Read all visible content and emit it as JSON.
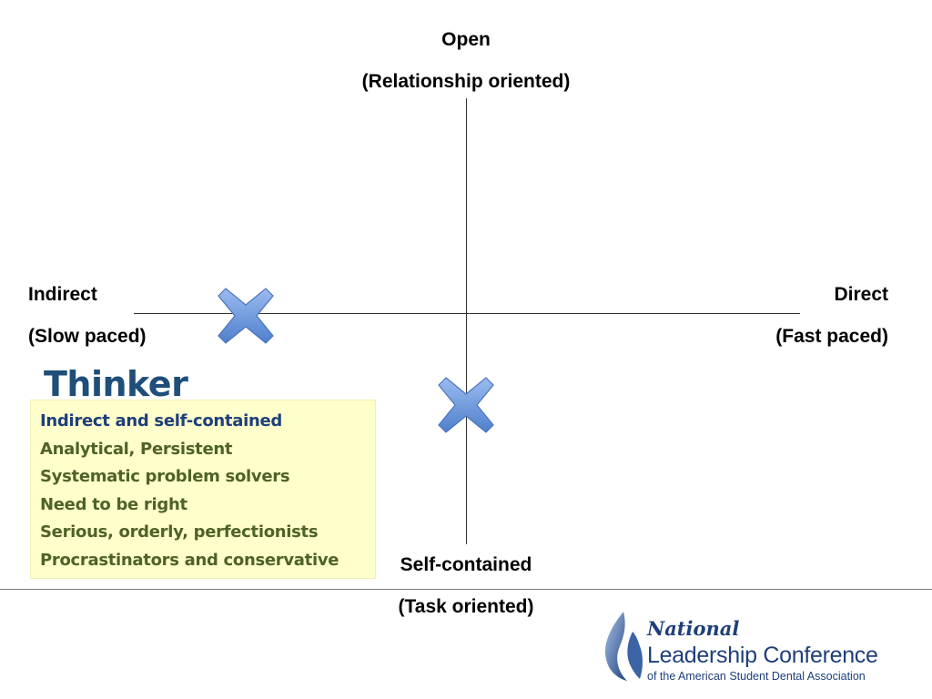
{
  "axes": {
    "top": {
      "line1": "Open",
      "line2": "(Relationship oriented)"
    },
    "bottom": {
      "line1": "Self-contained",
      "line2": "(Task oriented)"
    },
    "left": {
      "line1": "Indirect",
      "line2": "(Slow paced)"
    },
    "right": {
      "line1": "Direct",
      "line2": "(Fast paced)"
    }
  },
  "type": {
    "title": "Thinker",
    "traits": [
      "Indirect and self-contained",
      "Analytical, Persistent",
      "Systematic problem solvers",
      "Need to be right",
      "Serious, orderly, perfectionists",
      "Procrastinators and conservative"
    ]
  },
  "logo": {
    "line1": "National",
    "line2": "Leadership Conference",
    "line3": "of the American Student Dental Association"
  },
  "colors": {
    "title": "#1f4e79",
    "trait_box": "#ffffcc",
    "trait_text": "#4f6228",
    "cross": "#6f96d8"
  },
  "markers": [
    {
      "name": "cross-marker-horizontal-axis",
      "icon": "cross-icon"
    },
    {
      "name": "cross-marker-vertical-axis",
      "icon": "cross-icon"
    }
  ]
}
